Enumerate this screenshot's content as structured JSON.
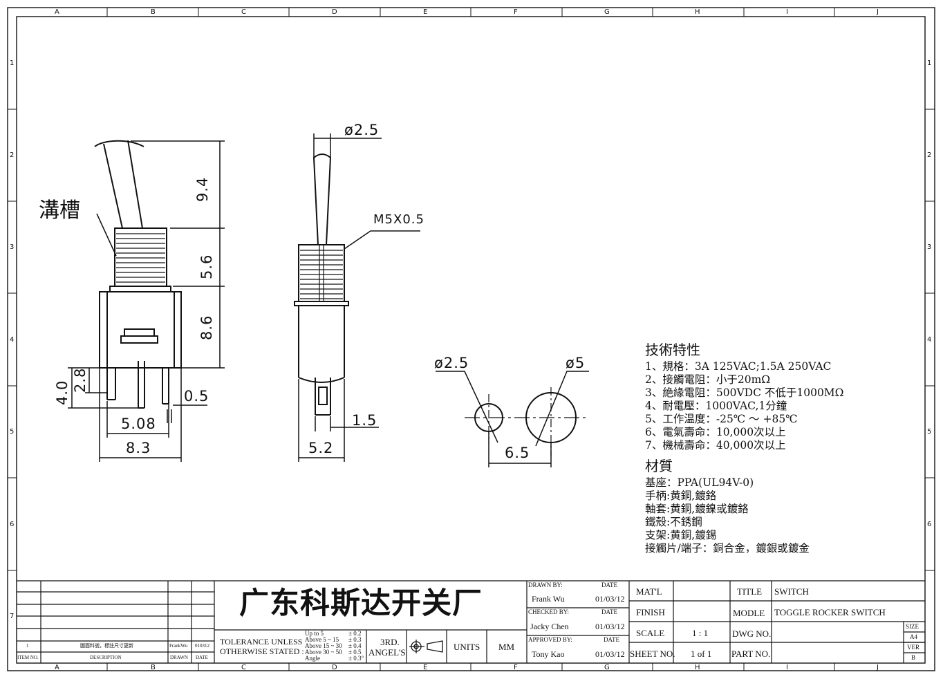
{
  "border": {
    "cols": [
      "A",
      "B",
      "C",
      "D",
      "E",
      "F",
      "G",
      "H",
      "I",
      "J"
    ],
    "rows": [
      "1",
      "2",
      "3",
      "4",
      "5",
      "6",
      "7"
    ]
  },
  "views": {
    "side_label": "溝槽",
    "side_dims": [
      "9.4",
      "5.6",
      "8.6",
      "4.0",
      "2.8",
      "0.5",
      "5.08",
      "8.3"
    ],
    "front_dims": [
      "ø2.5",
      "M5X0.5",
      "1.5",
      "5.2"
    ],
    "hole_dims": [
      "ø2.5",
      "ø5",
      "6.5"
    ]
  },
  "specs": {
    "tech_title": "技術特性",
    "tech_items": [
      "1、規格：3A 125VAC;1.5A 250VAC",
      "2、接觸電阻：小于20mΩ",
      "3、絶緣電阻：500VDC 不低于1000MΩ",
      "4、耐電壓：1000VAC,1分鐘",
      "5、工作温度：-25℃ ～ +85℃",
      "6、電氣壽命：10,000次以上",
      "7、機械壽命：40,000次以上"
    ],
    "mat_title": "材質",
    "mat_items": [
      "基座：PPA(UL94V-0)",
      "手柄:黄銅,鍍鉻",
      "軸套:黄銅,鍍鎳或鍍鉻",
      "鐵殼:不銹鋼",
      "支架:黄銅,鍍錫",
      "接觸片/端子：銅合金，鍍銀或鍍金"
    ]
  },
  "revision": {
    "row": {
      "no": "1",
      "description": "圖面料號，標註尺寸更新",
      "drawn": "FrankWu",
      "date": "010312"
    },
    "header": {
      "no": "ITEM NO.",
      "description": "DESCRIPTION",
      "drawn": "DRAWN",
      "date": "DATE"
    }
  },
  "company": "广东科斯达开关厂",
  "tolerance": {
    "label1": "TOLERANCE UNLESS",
    "label2": "OTHERWISE STATED :",
    "ranges": [
      "Up  to  5",
      "Above 5  ~ 15",
      "Above 15 ~ 30",
      "Above 30 ~ 50",
      "Angle"
    ],
    "values": [
      "± 0.2",
      "± 0.3",
      "± 0.4",
      "± 0.5",
      "± 0.3°"
    ]
  },
  "projection": {
    "label1": "3RD.",
    "label2": "ANGEL'S"
  },
  "units": {
    "label": "UNITS",
    "value": "MM"
  },
  "approvals": {
    "date_label": "DATE",
    "drawn_by": {
      "label": "DRAWN BY:",
      "name": "Frank Wu",
      "date": "01/03/12"
    },
    "checked_by": {
      "label": "CHECKED BY:",
      "name": "Jacky Chen",
      "date": "01/03/12"
    },
    "approved_by": {
      "label": "APPROVED BY:",
      "name": "Tony Kao",
      "date": "01/03/12"
    }
  },
  "info": {
    "matl_label": "MAT'L",
    "matl_value": "",
    "finish_label": "FINISH",
    "finish_value": "",
    "scale_label": "SCALE",
    "scale_value": "1 : 1",
    "sheet_label": "SHEET NO.",
    "sheet_value": "1 of 1",
    "title_label": "TITLE",
    "title_value": "SWITCH",
    "model_label": "MODLE",
    "model_value": "TOGGLE ROCKER SWITCH",
    "dwg_label": "DWG NO.",
    "dwg_value": "",
    "part_label": "PART NO.",
    "part_value": "",
    "size_label": "SIZE",
    "size_value": "A4",
    "ver_label": "VER",
    "ver_value": "B"
  }
}
